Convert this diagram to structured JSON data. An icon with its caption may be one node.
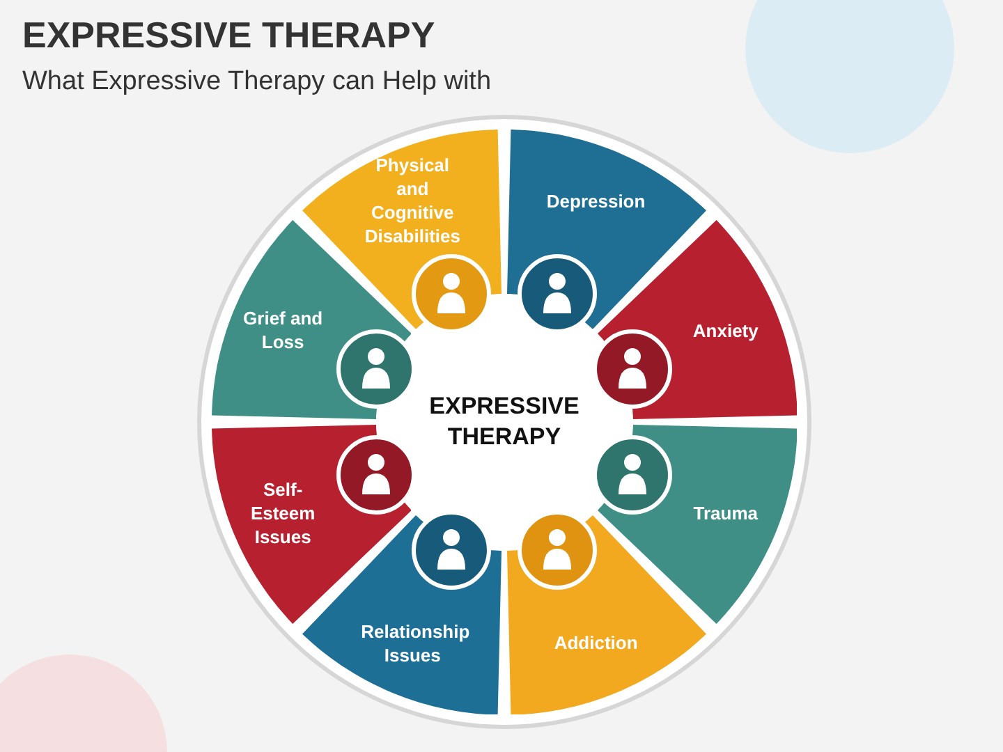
{
  "diagram": {
    "title": "EXPRESSIVE THERAPY",
    "nodes": [
      {
        "text": [
          "EXPRESSIVE THERAPY"
        ]
      },
      {
        "text": [
          "Physical and Cognitive Disabilities"
        ]
      },
      {
        "text": [
          "Depression"
        ]
      },
      {
        "text": [
          "Anxiety"
        ]
      },
      {
        "text": [
          "Trauma"
        ]
      },
      {
        "text": [
          "Addiction"
        ]
      },
      {
        "text": [
          "Relationship Issues"
        ]
      },
      {
        "text": [
          "Self-Esteem Issues"
        ]
      },
      {
        "text": [
          "Grief and Loss"
        ]
      }
    ],
    "labels": [
      "What Expressive Therapy can Help with"
    ]
  }
}
